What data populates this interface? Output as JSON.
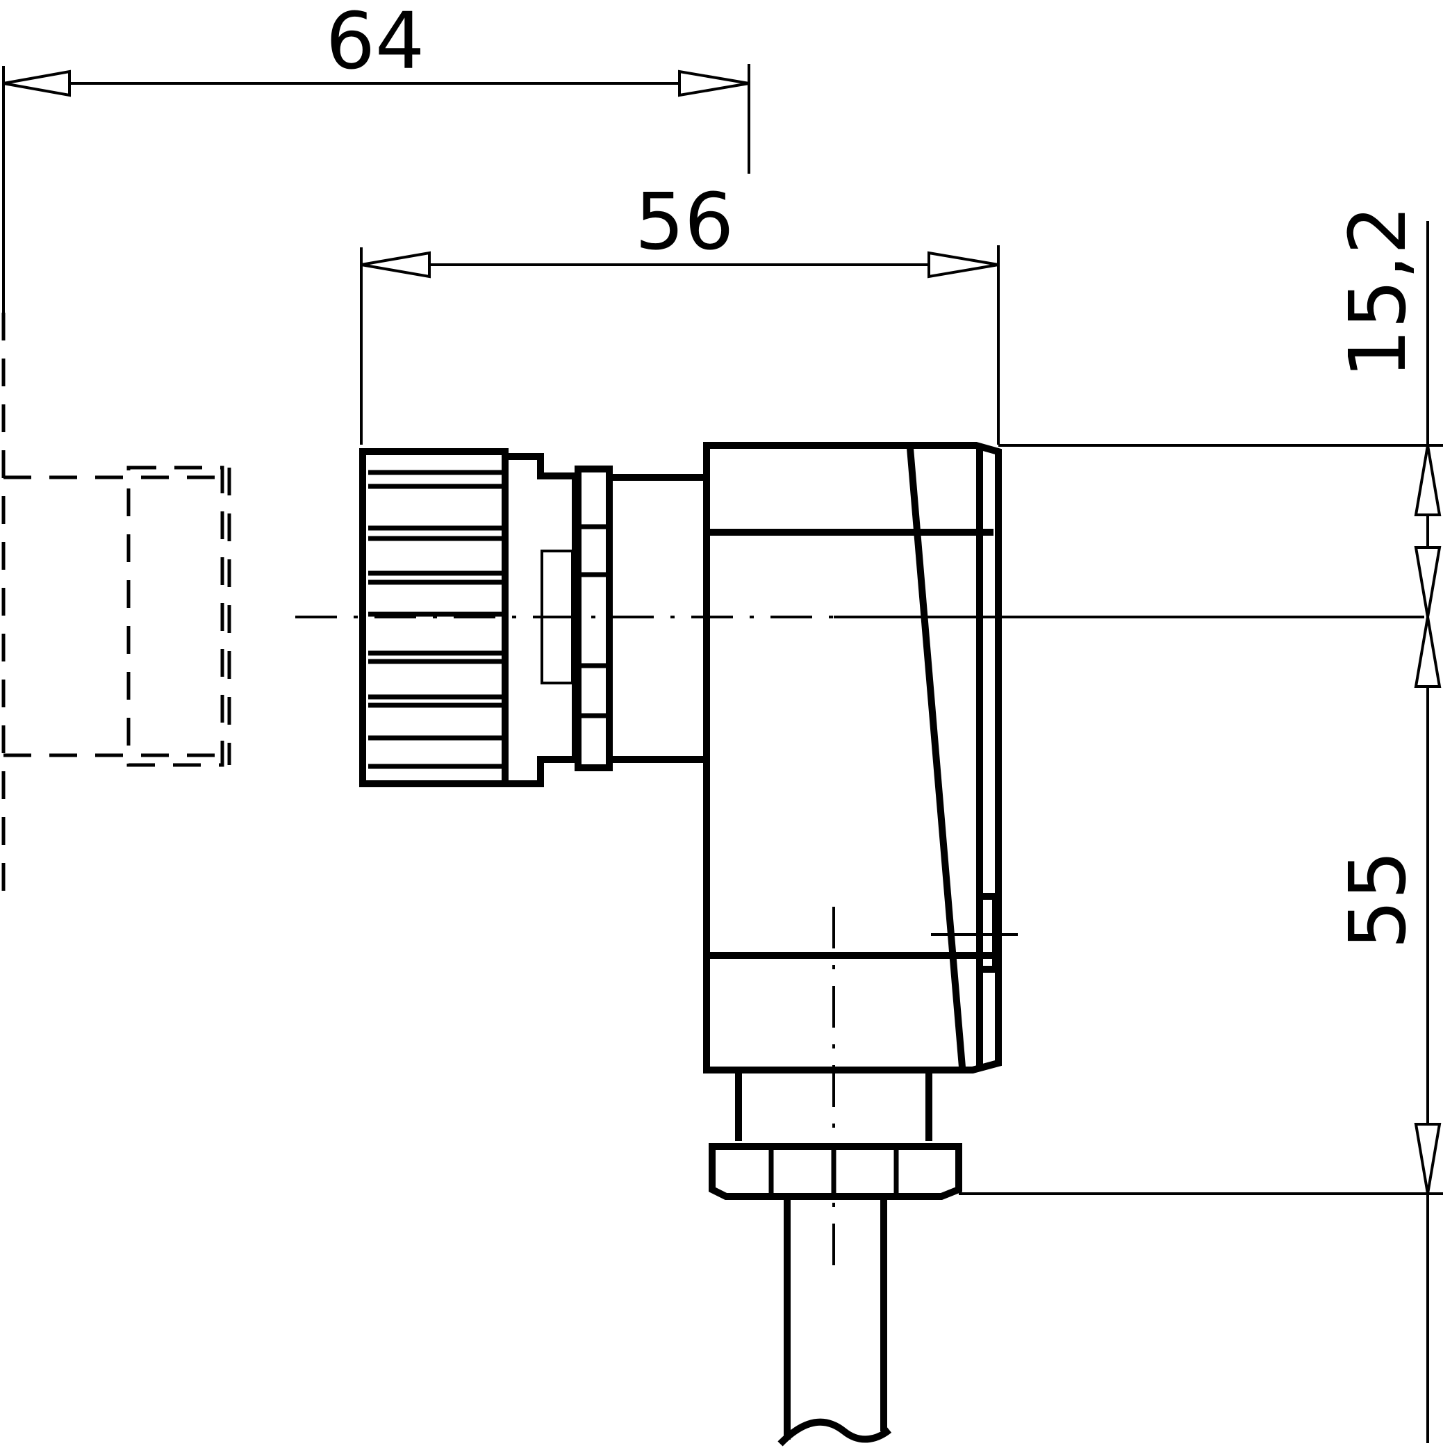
{
  "dimensions": {
    "overall_width": "64",
    "housing_width": "56",
    "offset_height": "15,2",
    "total_height": "55"
  },
  "colors": {
    "line": "#000000",
    "background": "#ffffff"
  }
}
